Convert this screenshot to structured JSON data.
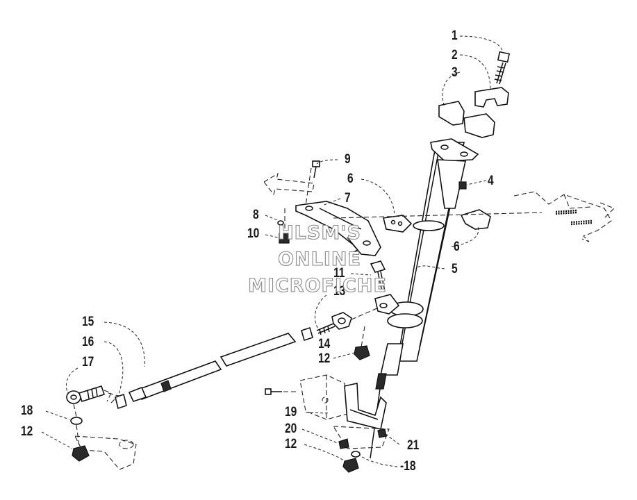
{
  "diagram": {
    "callouts": {
      "c1": "1",
      "c2": "2",
      "c3": "3",
      "c4": "4",
      "c5": "5",
      "c6a": "6",
      "c6b": "6",
      "c7": "7",
      "c8": "8",
      "c9": "9",
      "c10": "10",
      "c11": "11",
      "c12a": "12",
      "c12b": "12",
      "c12c": "12",
      "c13": "13",
      "c14": "14",
      "c15": "15",
      "c16": "16",
      "c17": "17",
      "c18a": "18",
      "c18b": "-18",
      "c19": "19",
      "c20": "20",
      "c21": "21"
    },
    "watermark": {
      "line1": "HLSM'S",
      "line2": "ONLINE",
      "line3": "MICROFICHE"
    }
  }
}
